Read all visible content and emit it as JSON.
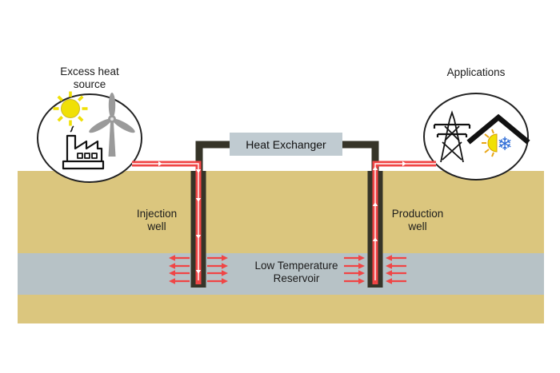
{
  "labels": {
    "excess_heat_source": {
      "line1": "Excess heat",
      "line2": "source"
    },
    "applications": "Applications",
    "heat_exchanger": "Heat Exchanger",
    "injection_well": {
      "line1": "Injection",
      "line2": "well"
    },
    "production_well": {
      "line1": "Production",
      "line2": "well"
    },
    "reservoir": {
      "line1": "Low Temperature",
      "line2": "Reservoir"
    }
  },
  "icons": {
    "source_circle": [
      "sun-icon",
      "wind-turbine-icon",
      "factory-icon"
    ],
    "applications_circle": [
      "power-transmission-tower-icon",
      "house-roof-icon",
      "sun-snowflake-heating-cooling-icon"
    ]
  },
  "glyphs": {
    "snowflake": "❄"
  },
  "colors": {
    "ground": "#dbc67e",
    "reservoir": "#b7c2c6",
    "exchanger": "#c0cbd1",
    "pipe-dark": "#363428",
    "pipe-red": "#f04545",
    "sun": "#f0e006",
    "turbine": "#9a9a9a",
    "snow": "#2e6cd6",
    "text": "#1b1b1b"
  }
}
